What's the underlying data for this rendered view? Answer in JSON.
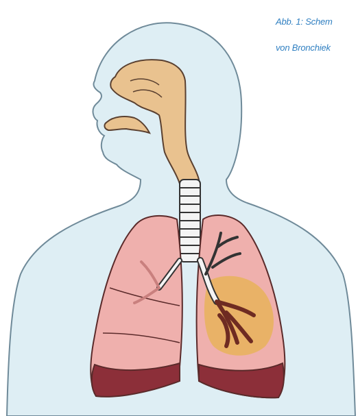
{
  "caption": {
    "line1": "Abb. 1: Schem",
    "line2": "von Bronchiek"
  },
  "colors": {
    "body_fill": "#deeef4",
    "body_outline": "#6f8a99",
    "airway_fill": "#e9c28f",
    "lung_fill": "#efb0ad",
    "lung_base": "#8c2f39",
    "trachea_ring": "#ffffff",
    "bronchi_dark": "#6e2b22",
    "inflamed_zone": "#e8b35a",
    "caption_text": "#2f7fc1"
  },
  "icons": [
    "human-silhouette",
    "nasal-cavity",
    "trachea",
    "left-lung",
    "right-lung",
    "bronchial-tree"
  ]
}
